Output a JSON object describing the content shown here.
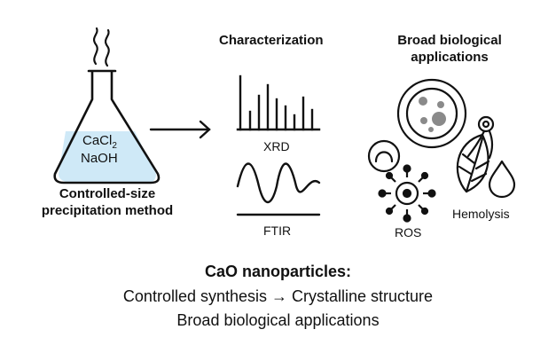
{
  "flask": {
    "reagent_1": "CaCl",
    "reagent_1_subscript": "2",
    "reagent_2": "NaOH",
    "caption_line1": "Controlled-size",
    "caption_line2": "precipitation method"
  },
  "characterization": {
    "title": "Characterization",
    "xrd_label": "XRD",
    "ftir_label": "FTIR"
  },
  "applications": {
    "title_line1": "Broad biological",
    "title_line2": "applications",
    "ros_label": "ROS",
    "hemolysis_label": "Hemolysis"
  },
  "summary": {
    "title": "CaO nanoparticles:",
    "line1": "Controlled synthesis → Crystalline structure",
    "line2": "Broad biological applications"
  },
  "colors": {
    "liquid": "#cfe9f7",
    "stroke": "#111111"
  }
}
